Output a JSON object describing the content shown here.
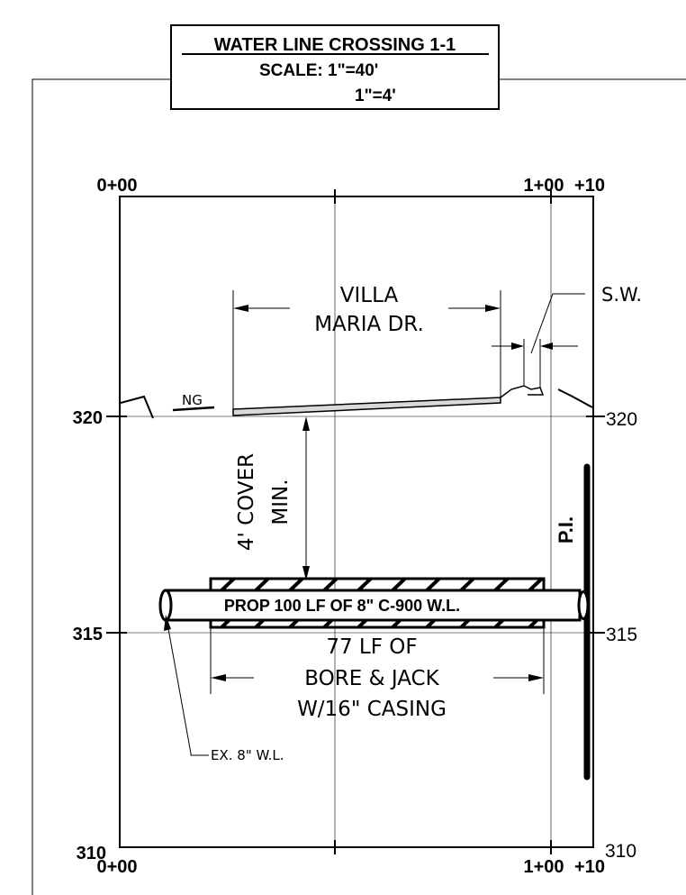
{
  "title": {
    "heading": "WATER LINE CROSSING 1-1",
    "scale_h": "SCALE:  1\"=40'",
    "scale_v": "1\"=4'"
  },
  "stations": {
    "top_left": "0+00",
    "top_right_a": "1+00",
    "top_right_b": "+10",
    "bottom_left": "0+00",
    "bottom_right_a": "1+00",
    "bottom_right_b": "+10"
  },
  "elevations": {
    "left_320": "320",
    "left_315": "315",
    "left_310": "310",
    "right_320": "320",
    "right_315": "315",
    "right_310": "310"
  },
  "labels": {
    "road_line1": "VILLA",
    "road_line2": "MARIA DR.",
    "sidewalk": "S.W.",
    "natural_ground": "NG",
    "cover_line1": "4' COVER",
    "cover_line2": "MIN.",
    "pi": "P.I.",
    "pipe": "PROP 100 LF OF 8\" C-900 W.L.",
    "bore_line1": "77 LF OF",
    "bore_line2": "BORE & JACK",
    "bore_line3": "W/16\" CASING",
    "existing_line": "EX. 8\" W.L."
  }
}
